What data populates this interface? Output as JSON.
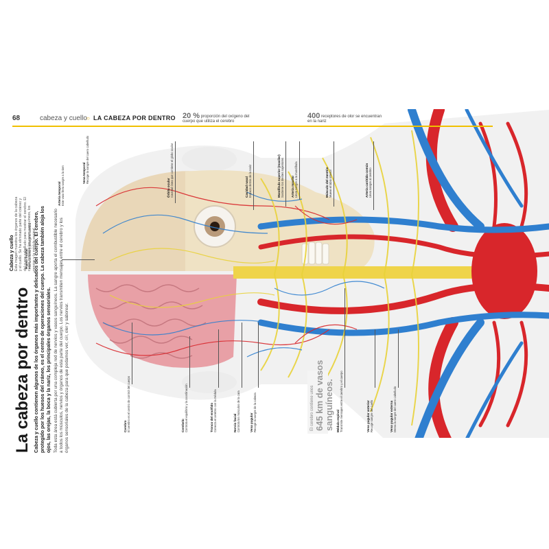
{
  "header": {
    "page_number": "68",
    "section": "cabeza y cuello",
    "chapter": "LA CABEZA POR DENTRO",
    "stat1_value": "20 %",
    "stat1_text": "proporción del oxígeno del cuerpo que utiliza el cerebro",
    "stat2_value": "400",
    "stat2_text": "receptores de olor se encuentran en la nariz"
  },
  "intro": {
    "title": "La cabeza por dentro",
    "lead": "Cabeza y cuello contienen algunos de los órganos más importantes y delicados del cuerpo. El cerebro, protegido por los huesos del cráneo, es el centro de operaciones del cuerpo. La cabeza también aloja los ojos, las orejas, la boca y la nariz, los principales órganos sensoriales.",
    "body": "Toda esta área está cubierta por una compleja red de nervios y vasos sanguíneos. La sangre aporta el combustible necesario a todos los músculos, nervios y órganos de esta parte del cuerpo. Los nervios transmiten mensajes entre el cerebro y los órganos sensoriales de la cabeza para que podamos ver, oír, oler y saborear."
  },
  "box": {
    "title": "Cabeza y cuello",
    "text": "Esta imagen muestra los órganos de la cabeza y el cuello. Se ha eliminado parte del cráneo y del cuero cabelludo para mostrar el cerebro. El cuello contiene los vasos sanguíneos, los nervios y la médula espinal."
  },
  "fact": {
    "line1": "El cerebro contiene unos",
    "line2": "645 km de vasos sanguíneos."
  },
  "labels": [
    {
      "title": "Arteria temporal",
      "text": "Este vaso lleva sangre a la sien"
    },
    {
      "title": "Vena temporal",
      "text": "Recoge la sangre del cuero cabelludo"
    },
    {
      "title": "Hueso frontal",
      "text": "Forma la frente y protege el cerebro"
    },
    {
      "title": "Órbita ocular",
      "text": "Cavidad ósea que contiene el globo ocular"
    },
    {
      "title": "Cavidad nasal",
      "text": "Espacio detrás de la nariz"
    },
    {
      "title": "Mandíbula superior (maxilar)",
      "text": "Sostiene los dientes superiores"
    },
    {
      "title": "Arteria maxilar",
      "text": "Lleva sangre a la mandíbula"
    },
    {
      "title": "Músculo del mentón",
      "text": "Mueve el labio inferior"
    },
    {
      "title": "Arteria carótida común",
      "text": "Lleva sangre al cerebro"
    },
    {
      "title": "Cerebro",
      "text": "El cerebro es el centro de control del cuerpo"
    },
    {
      "title": "Cerebelo",
      "text": "Controla el equilibrio y la coordinación"
    },
    {
      "title": "Tronco del encéfalo",
      "text": "Conecta el cerebro con la médula"
    },
    {
      "title": "Nervio facial",
      "text": "Controla los músculos de la cara"
    },
    {
      "title": "Vena yugular",
      "text": "Recoge la sangre de la cabeza"
    },
    {
      "title": "Médula espinal",
      "text": "Transmite mensajes entre el cerebro y el cuerpo"
    },
    {
      "title": "Vena yugular anterior",
      "text": "Recoge sangre del cuello"
    },
    {
      "title": "Vena yugular externa",
      "text": "Drena la sangre del cuero cabelludo"
    }
  ],
  "colors": {
    "accent": "#f0c000",
    "artery": "#d8262b",
    "vein": "#2f7fcf",
    "nerve": "#e9d23a",
    "brain": "#e8a0a6",
    "bone": "#efe2c4"
  }
}
